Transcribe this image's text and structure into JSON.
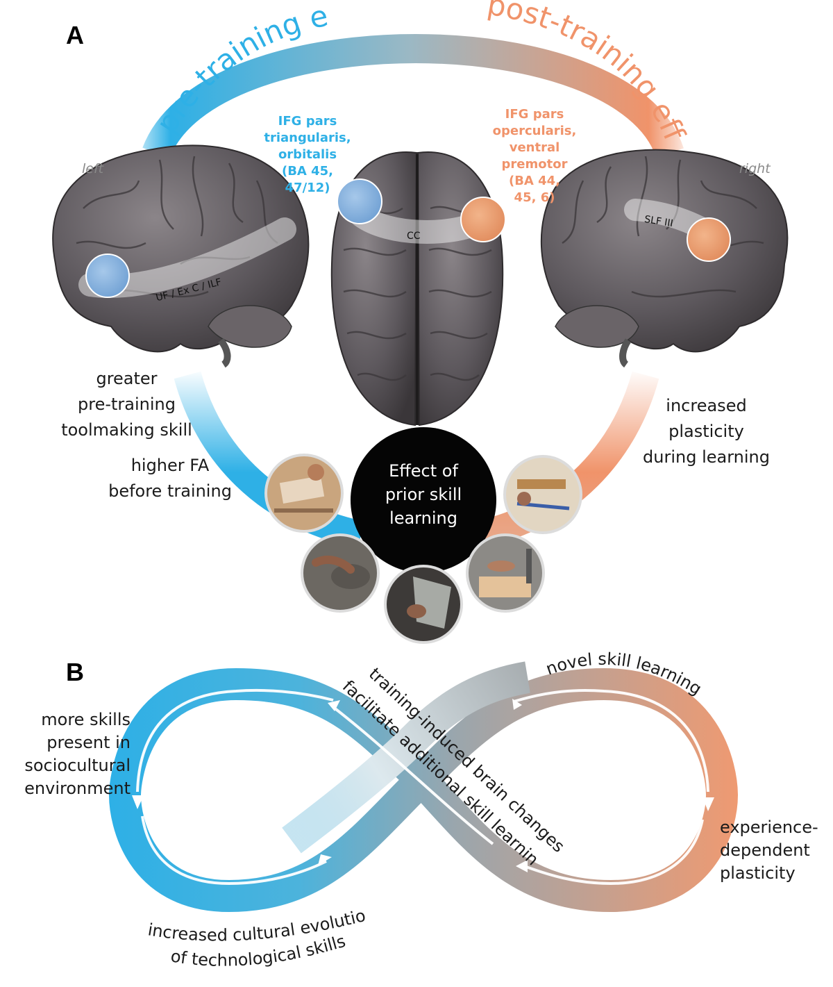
{
  "panel_a": {
    "letter": "A",
    "arc_left_label": "pre-training effects",
    "arc_right_label": "post-training effects",
    "side_left": "left",
    "side_right": "right",
    "roi_blue": [
      "IFG pars",
      "triangularis,",
      "orbitalis",
      "(BA 45,",
      "47/12)"
    ],
    "roi_orange": [
      "IFG pars",
      "opercularis,",
      "ventral",
      "premotor",
      "(BA 44,",
      "45, 6)"
    ],
    "tract_left": "UF / Ex C / ILF",
    "tract_center": "CC",
    "tract_right": "SLF III",
    "label_skill": [
      "greater",
      "pre-training",
      "toolmaking skill"
    ],
    "label_fa": [
      "higher FA",
      "before training"
    ],
    "label_plasticity": [
      "increased",
      "plasticity",
      "during learning"
    ],
    "center_circle": [
      "Effect of",
      "prior skill",
      "learning"
    ]
  },
  "panel_b": {
    "letter": "B",
    "loop_left": [
      "more skills",
      "present in",
      "sociocultural",
      "environment"
    ],
    "loop_top_right": "novel skill learning",
    "loop_right": [
      "experience-",
      "dependent",
      "plasticity"
    ],
    "loop_bottom_left": [
      "increased cultural evolution",
      "of technological skills"
    ],
    "loop_diagonal": [
      "training-induced brain changes",
      "facilitate additional skill learning"
    ]
  },
  "colors": {
    "blue": "#2eb0e6",
    "orange": "#f0936a",
    "gray_mid": "#9aa6ad",
    "brain": "#5e5a5e",
    "center_circle": "#050505"
  }
}
